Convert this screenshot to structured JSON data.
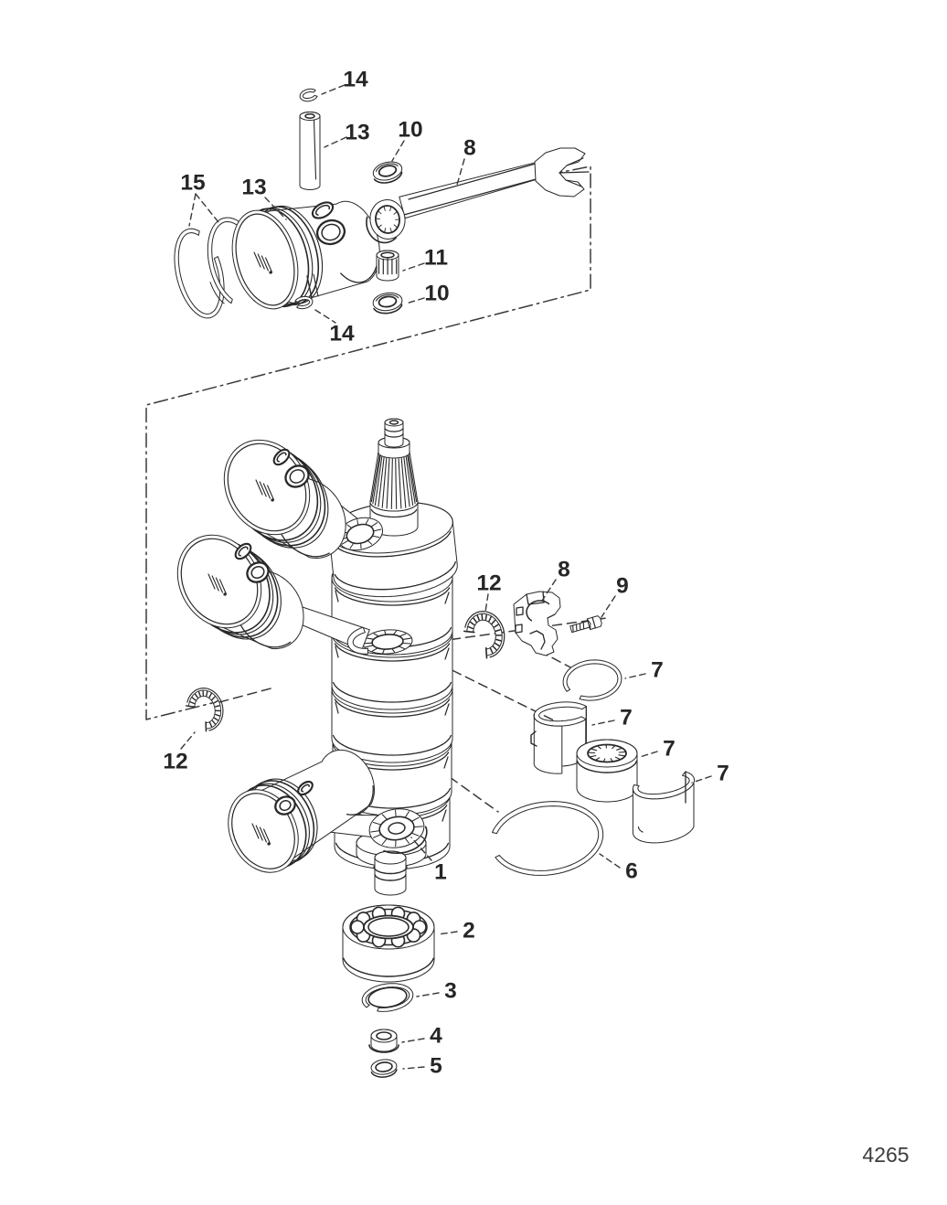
{
  "figure": {
    "number": "4265"
  },
  "colors": {
    "background": "#ffffff",
    "ink": "#282828",
    "label": "#262626"
  },
  "callouts": [
    {
      "part": "piston-pin-retainer-top",
      "label": "14"
    },
    {
      "part": "piston-pin",
      "label": "13"
    },
    {
      "part": "thrust-washer-upper",
      "label": "10"
    },
    {
      "part": "connecting-rod",
      "label": "8"
    },
    {
      "part": "piston-rings",
      "label": "15"
    },
    {
      "part": "piston",
      "label": "13"
    },
    {
      "part": "wrist-pin-needle-bearing",
      "label": "11"
    },
    {
      "part": "thrust-washer-lower",
      "label": "10"
    },
    {
      "part": "piston-pin-retainer-bottom",
      "label": "14"
    },
    {
      "part": "bearing-cage-right",
      "label": "12"
    },
    {
      "part": "rod-cap",
      "label": "8"
    },
    {
      "part": "rod-bolt",
      "label": "9"
    },
    {
      "part": "retaining-ring-small",
      "label": "7"
    },
    {
      "part": "bearing-race-left",
      "label": "7"
    },
    {
      "part": "center-main-needle-bearing",
      "label": "7"
    },
    {
      "part": "bearing-race-right",
      "label": "7"
    },
    {
      "part": "bearing-cage-left",
      "label": "12"
    },
    {
      "part": "crankshaft",
      "label": "1"
    },
    {
      "part": "retaining-ring-large",
      "label": "6"
    },
    {
      "part": "ball-bearing",
      "label": "2"
    },
    {
      "part": "washer",
      "label": "3"
    },
    {
      "part": "seal",
      "label": "4"
    },
    {
      "part": "o-ring",
      "label": "5"
    }
  ]
}
